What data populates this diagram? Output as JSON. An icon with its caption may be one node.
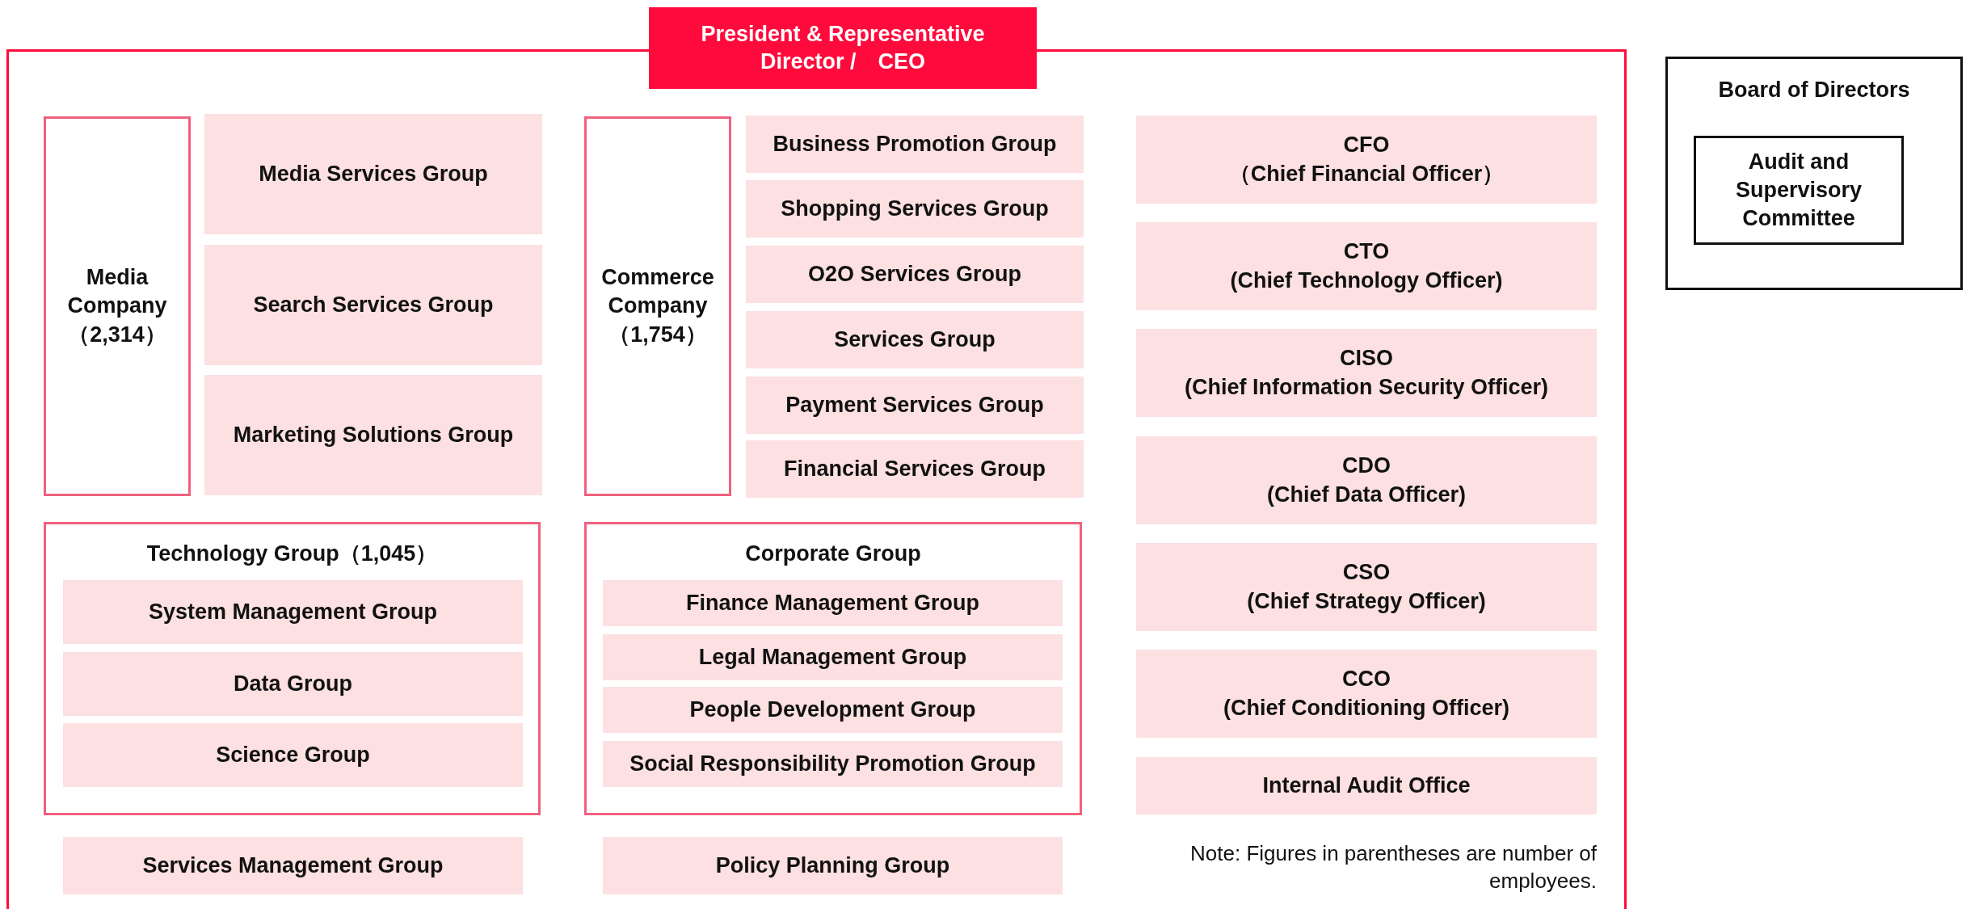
{
  "diagram": {
    "nodes": [
      {
        "text": [
          "President & Representative Director /　CEO"
        ]
      },
      {
        "text": [
          "Media Company （2,314）"
        ],
        "in": 0
      },
      {
        "text": [
          "Media Services Group"
        ],
        "in": 0
      },
      {
        "text": [
          "Search Services Group"
        ],
        "in": 0
      },
      {
        "text": [
          "Marketing Solutions Group"
        ],
        "in": 0
      },
      {
        "text": [
          "Commerce Company （1,754）"
        ],
        "in": 0
      },
      {
        "text": [
          "Business Promotion Group"
        ],
        "in": 0
      },
      {
        "text": [
          "Shopping Services Group"
        ],
        "in": 0
      },
      {
        "text": [
          "O2O Services Group"
        ],
        "in": 0
      },
      {
        "text": [
          "Services Group"
        ],
        "in": 0
      },
      {
        "text": [
          "Payment Services Group"
        ],
        "in": 0
      },
      {
        "text": [
          "Financial Services Group"
        ],
        "in": 0
      },
      {
        "text": [
          "CFO",
          "（Chief Financial Officer）"
        ],
        "in": 0
      },
      {
        "text": [
          "CTO",
          "(Chief Technology Officer)"
        ],
        "in": 0
      },
      {
        "text": [
          "CISO",
          "(Chief Information Security Officer)"
        ],
        "in": 0
      },
      {
        "text": [
          "CDO",
          "(Chief Data Officer)"
        ],
        "in": 0
      },
      {
        "text": [
          "CSO",
          "(Chief Strategy Officer)"
        ],
        "in": 0
      },
      {
        "text": [
          "CCO",
          "(Chief Conditioning Officer)"
        ],
        "in": 0
      },
      {
        "text": [
          "Internal Audit Office"
        ],
        "in": 0
      },
      {
        "text": [
          "Technology Group（1,045）"
        ],
        "in": 0
      },
      {
        "text": [
          "System Management Group"
        ],
        "in": 19
      },
      {
        "text": [
          "Data Group"
        ],
        "in": 19
      },
      {
        "text": [
          "Science Group"
        ],
        "in": 19
      },
      {
        "text": [
          "Corporate Group"
        ],
        "in": 0
      },
      {
        "text": [
          "Finance Management Group"
        ],
        "in": 23
      },
      {
        "text": [
          "Legal Management Group"
        ],
        "in": 23
      },
      {
        "text": [
          "People Development Group"
        ],
        "in": 23
      },
      {
        "text": [
          "Social Responsibility Promotion Group"
        ],
        "in": 23
      },
      {
        "text": [
          "Services Management Group"
        ],
        "in": 0
      },
      {
        "text": [
          "Policy Planning Group"
        ],
        "in": 0
      },
      {
        "text": [
          "Board of Directors"
        ]
      },
      {
        "text": [
          "Audit and Supervisory Committee"
        ],
        "in": 30
      }
    ],
    "labels": [
      "Note: Figures in parentheses are number of employees."
    ]
  }
}
